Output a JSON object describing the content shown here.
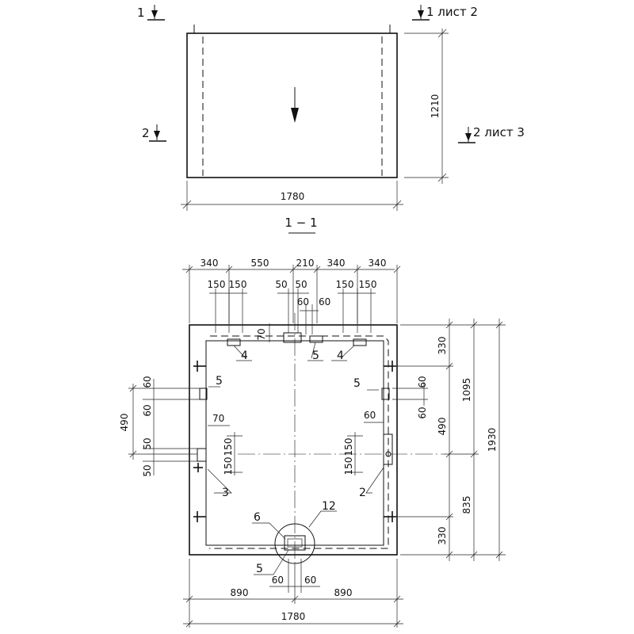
{
  "plan": {
    "section_mark_1": "1",
    "section_mark_2": "2",
    "section_1_ref": "1 лист 2",
    "section_2_ref": "2 лист 3",
    "width_dim": "1780",
    "height_dim": "1210"
  },
  "section": {
    "title": "1 − 1",
    "top_dims": [
      "340",
      "550",
      "210",
      "340",
      "340"
    ],
    "top_sub_dims": [
      "150",
      "150",
      "50",
      "50",
      "150",
      "150"
    ],
    "top_small_dims": [
      "60",
      "60"
    ],
    "dim_70_top": "70",
    "right_dims": [
      "330",
      "1095",
      "1930",
      "835",
      "330",
      "490"
    ],
    "right_small_dims": [
      "60",
      "60"
    ],
    "right_60_label": "60",
    "left_dims": [
      "60",
      "60",
      "490",
      "50",
      "50"
    ],
    "left_70_label": "70",
    "left_150_dims": [
      "150",
      "150"
    ],
    "right_150_dims": [
      "150",
      "150"
    ],
    "bottom_dims": [
      "890",
      "890"
    ],
    "bottom_small_dims": [
      "60",
      "60"
    ],
    "total_width": "1780",
    "callouts": {
      "c4a": "4",
      "c5a": "5",
      "c4b": "4",
      "c5_left": "5",
      "c5_right": "5",
      "c3": "3",
      "c2": "2",
      "c6": "6",
      "c12": "12",
      "c5_bottom": "5"
    }
  }
}
